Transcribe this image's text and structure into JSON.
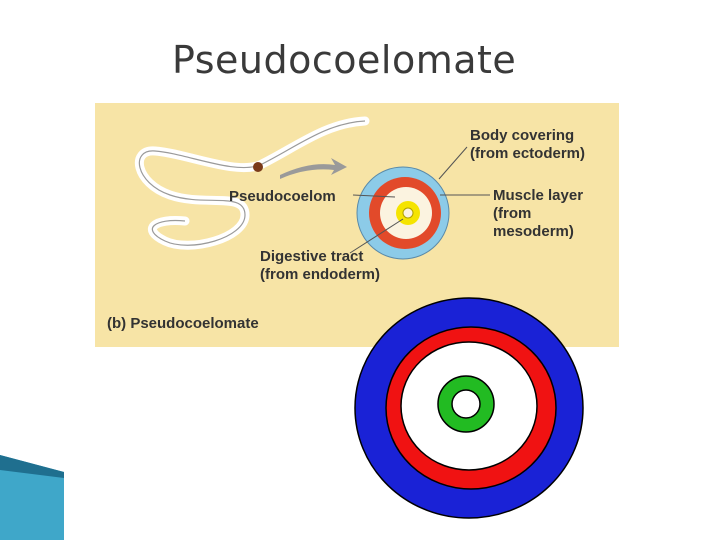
{
  "slide": {
    "title": "Pseudocoelomate"
  },
  "figure": {
    "labels": {
      "body_covering_line1": "Body covering",
      "body_covering_line2": "(from ectoderm)",
      "pseudocoelom": "Pseudocoelom",
      "muscle_layer_line1": "Muscle layer",
      "muscle_layer_line2": "(from",
      "muscle_layer_line3": "mesoderm)",
      "digestive_line1": "Digestive tract",
      "digestive_line2": "(from endoderm)"
    },
    "caption": "(b) Pseudocoelomate"
  },
  "colors": {
    "panel_background": "#f7e4a6",
    "ectoderm_blue": "#1a22d6",
    "mesoderm_red": "#f01212",
    "endoderm_green": "#22bb22",
    "small_ring_blue": "#8ccbe8",
    "small_ring_red": "#e24a2a",
    "small_ring_yellow": "#f5e400"
  }
}
